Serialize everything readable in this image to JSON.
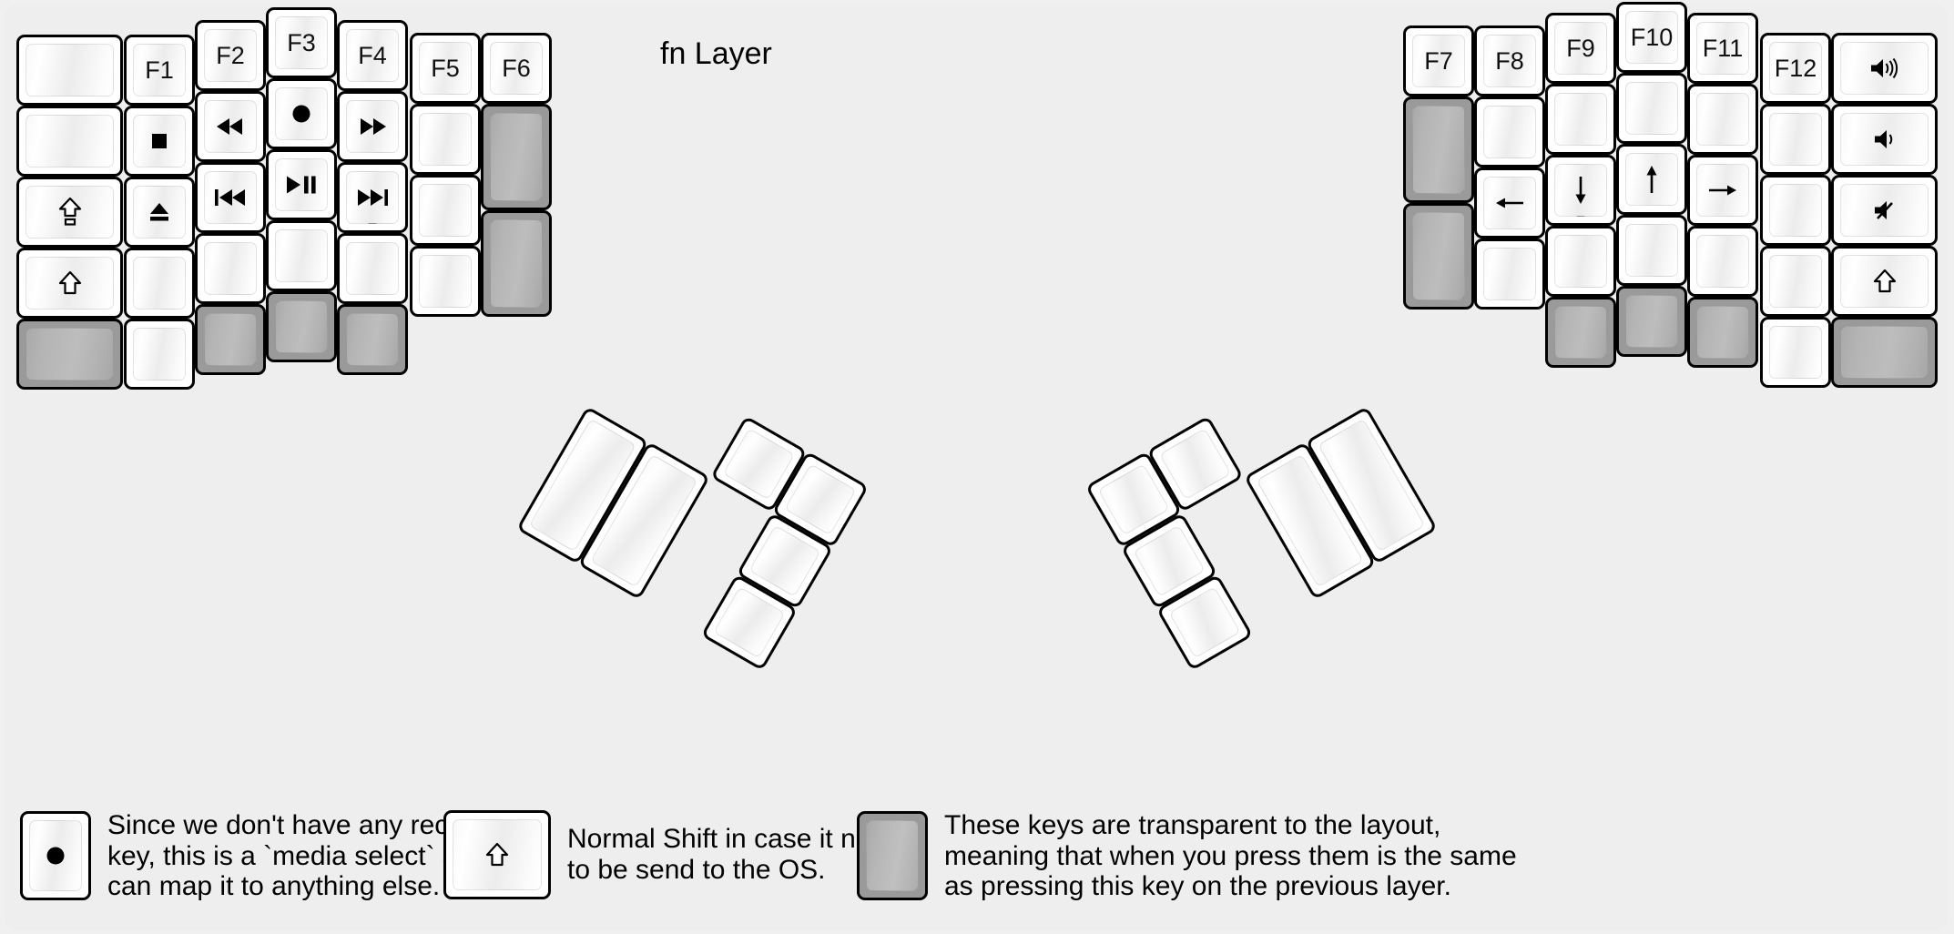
{
  "title": "fn Layer",
  "colors": {
    "background": "#eeeeee",
    "key_face": "#ffffff",
    "key_border": "#000000",
    "transparent_key": "#9a9a9a",
    "text": "#000000"
  },
  "left_half": {
    "columns": [
      {
        "name": "pinky-outer",
        "keys": [
          {
            "label": "",
            "icon": "",
            "state": "normal"
          },
          {
            "label": "",
            "icon": "",
            "state": "normal"
          },
          {
            "label": "",
            "icon": "media-select-shift-icon",
            "state": "normal"
          },
          {
            "label": "",
            "icon": "shift-icon",
            "state": "normal"
          },
          {
            "label": "",
            "icon": "",
            "state": "transparent"
          }
        ]
      },
      {
        "name": "pinky",
        "keys": [
          {
            "label": "F1",
            "icon": "",
            "state": "normal"
          },
          {
            "label": "",
            "icon": "stop-icon",
            "state": "normal"
          },
          {
            "label": "",
            "icon": "eject-icon",
            "state": "normal"
          },
          {
            "label": "",
            "icon": "",
            "state": "normal"
          },
          {
            "label": "",
            "icon": "",
            "state": "normal"
          }
        ]
      },
      {
        "name": "ring",
        "keys": [
          {
            "label": "F2",
            "icon": "",
            "state": "normal"
          },
          {
            "label": "",
            "icon": "rewind-icon",
            "state": "normal"
          },
          {
            "label": "",
            "icon": "previous-track-icon",
            "state": "normal"
          },
          {
            "label": "",
            "icon": "",
            "state": "normal"
          },
          {
            "label": "",
            "icon": "",
            "state": "transparent"
          }
        ]
      },
      {
        "name": "middle",
        "keys": [
          {
            "label": "F3",
            "icon": "",
            "state": "normal"
          },
          {
            "label": "",
            "icon": "record-icon",
            "state": "normal"
          },
          {
            "label": "",
            "icon": "play-pause-icon",
            "state": "normal"
          },
          {
            "label": "",
            "icon": "",
            "state": "normal"
          },
          {
            "label": "",
            "icon": "",
            "state": "transparent"
          }
        ]
      },
      {
        "name": "index",
        "keys": [
          {
            "label": "F4",
            "icon": "",
            "state": "normal"
          },
          {
            "label": "",
            "icon": "fast-forward-icon",
            "state": "normal"
          },
          {
            "label": "",
            "icon": "next-track-icon",
            "state": "normal",
            "sub": "_"
          },
          {
            "label": "",
            "icon": "",
            "state": "normal"
          },
          {
            "label": "",
            "icon": "",
            "state": "transparent"
          }
        ]
      },
      {
        "name": "inner",
        "keys": [
          {
            "label": "F5",
            "icon": "",
            "state": "normal"
          },
          {
            "label": "",
            "icon": "",
            "state": "normal"
          },
          {
            "label": "",
            "icon": "",
            "state": "normal"
          },
          {
            "label": "",
            "icon": "",
            "state": "normal"
          }
        ]
      },
      {
        "name": "inner-most",
        "keys": [
          {
            "label": "F6",
            "icon": "",
            "state": "normal"
          },
          {
            "label": "",
            "icon": "",
            "state": "transparent"
          },
          {
            "label": "",
            "icon": "",
            "state": "transparent"
          }
        ]
      }
    ]
  },
  "right_half": {
    "columns": [
      {
        "name": "inner-most",
        "keys": [
          {
            "label": "F7",
            "icon": "",
            "state": "normal"
          },
          {
            "label": "",
            "icon": "",
            "state": "transparent"
          },
          {
            "label": "",
            "icon": "",
            "state": "transparent"
          }
        ]
      },
      {
        "name": "inner",
        "keys": [
          {
            "label": "F8",
            "icon": "",
            "state": "normal"
          },
          {
            "label": "",
            "icon": "",
            "state": "normal"
          },
          {
            "label": "",
            "icon": "arrow-left-icon",
            "state": "normal"
          },
          {
            "label": "",
            "icon": "",
            "state": "normal"
          }
        ]
      },
      {
        "name": "index",
        "keys": [
          {
            "label": "F9",
            "icon": "",
            "state": "normal"
          },
          {
            "label": "",
            "icon": "",
            "state": "normal"
          },
          {
            "label": "",
            "icon": "arrow-down-icon",
            "state": "normal",
            "sub": "_"
          },
          {
            "label": "",
            "icon": "",
            "state": "normal"
          },
          {
            "label": "",
            "icon": "",
            "state": "transparent"
          }
        ]
      },
      {
        "name": "middle",
        "keys": [
          {
            "label": "F10",
            "icon": "",
            "state": "normal"
          },
          {
            "label": "",
            "icon": "",
            "state": "normal"
          },
          {
            "label": "",
            "icon": "arrow-up-icon",
            "state": "normal"
          },
          {
            "label": "",
            "icon": "",
            "state": "normal"
          },
          {
            "label": "",
            "icon": "",
            "state": "transparent"
          }
        ]
      },
      {
        "name": "ring",
        "keys": [
          {
            "label": "F11",
            "icon": "",
            "state": "normal"
          },
          {
            "label": "",
            "icon": "",
            "state": "normal"
          },
          {
            "label": "",
            "icon": "arrow-right-icon",
            "state": "normal"
          },
          {
            "label": "",
            "icon": "",
            "state": "normal"
          },
          {
            "label": "",
            "icon": "",
            "state": "transparent"
          }
        ]
      },
      {
        "name": "pinky",
        "keys": [
          {
            "label": "F12",
            "icon": "",
            "state": "normal"
          },
          {
            "label": "",
            "icon": "",
            "state": "normal"
          },
          {
            "label": "",
            "icon": "",
            "state": "normal"
          },
          {
            "label": "",
            "icon": "",
            "state": "normal"
          },
          {
            "label": "",
            "icon": "",
            "state": "normal"
          }
        ]
      },
      {
        "name": "pinky-outer",
        "keys": [
          {
            "label": "",
            "icon": "volume-up-icon",
            "state": "normal"
          },
          {
            "label": "",
            "icon": "volume-down-icon",
            "state": "normal"
          },
          {
            "label": "",
            "icon": "volume-mute-icon",
            "state": "normal"
          },
          {
            "label": "",
            "icon": "shift-icon",
            "state": "normal"
          },
          {
            "label": "",
            "icon": "",
            "state": "transparent"
          }
        ]
      }
    ]
  },
  "left_thumb_cluster": {
    "rotation_deg": 30,
    "keys": [
      {
        "name": "thumb-tall-1",
        "size": "2u",
        "state": "normal"
      },
      {
        "name": "thumb-tall-2",
        "size": "2u",
        "state": "normal"
      },
      {
        "name": "thumb-small-1",
        "size": "1u",
        "state": "normal"
      },
      {
        "name": "thumb-small-2",
        "size": "1u",
        "state": "normal"
      },
      {
        "name": "thumb-small-3",
        "size": "1u",
        "state": "normal"
      },
      {
        "name": "thumb-small-4",
        "size": "1u",
        "state": "normal"
      }
    ]
  },
  "right_thumb_cluster": {
    "rotation_deg": -30,
    "keys": [
      {
        "name": "thumb-small-1",
        "size": "1u",
        "state": "normal"
      },
      {
        "name": "thumb-small-2",
        "size": "1u",
        "state": "normal"
      },
      {
        "name": "thumb-small-3",
        "size": "1u",
        "state": "normal"
      },
      {
        "name": "thumb-small-4",
        "size": "1u",
        "state": "normal"
      },
      {
        "name": "thumb-tall-1",
        "size": "2u",
        "state": "normal"
      },
      {
        "name": "thumb-tall-2",
        "size": "2u",
        "state": "normal"
      }
    ]
  },
  "legend": [
    {
      "icon": "record-icon",
      "state": "normal",
      "text": "Since we don't have any recording\nkey, this is a `media select` so user\ncan map it to anything else."
    },
    {
      "icon": "shift-icon",
      "state": "normal",
      "text": "Normal Shift in case it needs\nto be send to the OS."
    },
    {
      "icon": "",
      "state": "transparent",
      "text": "These keys are transparent to the layout,\nmeaning that when you press them is the same\nas pressing this key on the previous layer."
    }
  ]
}
